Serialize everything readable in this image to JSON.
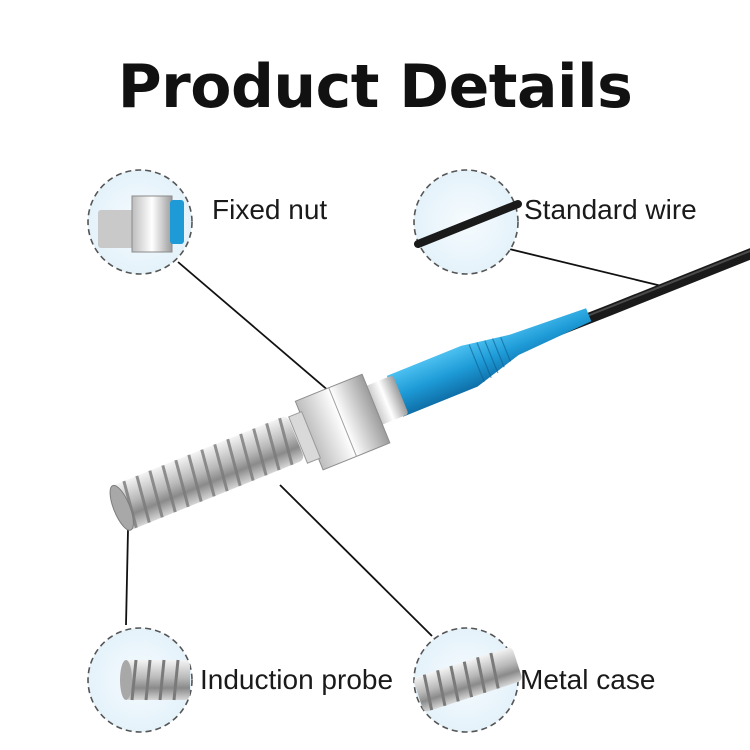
{
  "title": "Product Details",
  "labels": {
    "fixed_nut": "Fixed nut",
    "standard_wire": "Standard wire",
    "induction_probe": "Induction probe",
    "metal_case": "Metal case"
  },
  "colors": {
    "background": "#ffffff",
    "title": "#111111",
    "sleeve_blue": "#1e9bd7",
    "wire_black": "#1a1a1a",
    "steel": "#c9c9c9",
    "callout_fill": "#e8f4fb"
  }
}
